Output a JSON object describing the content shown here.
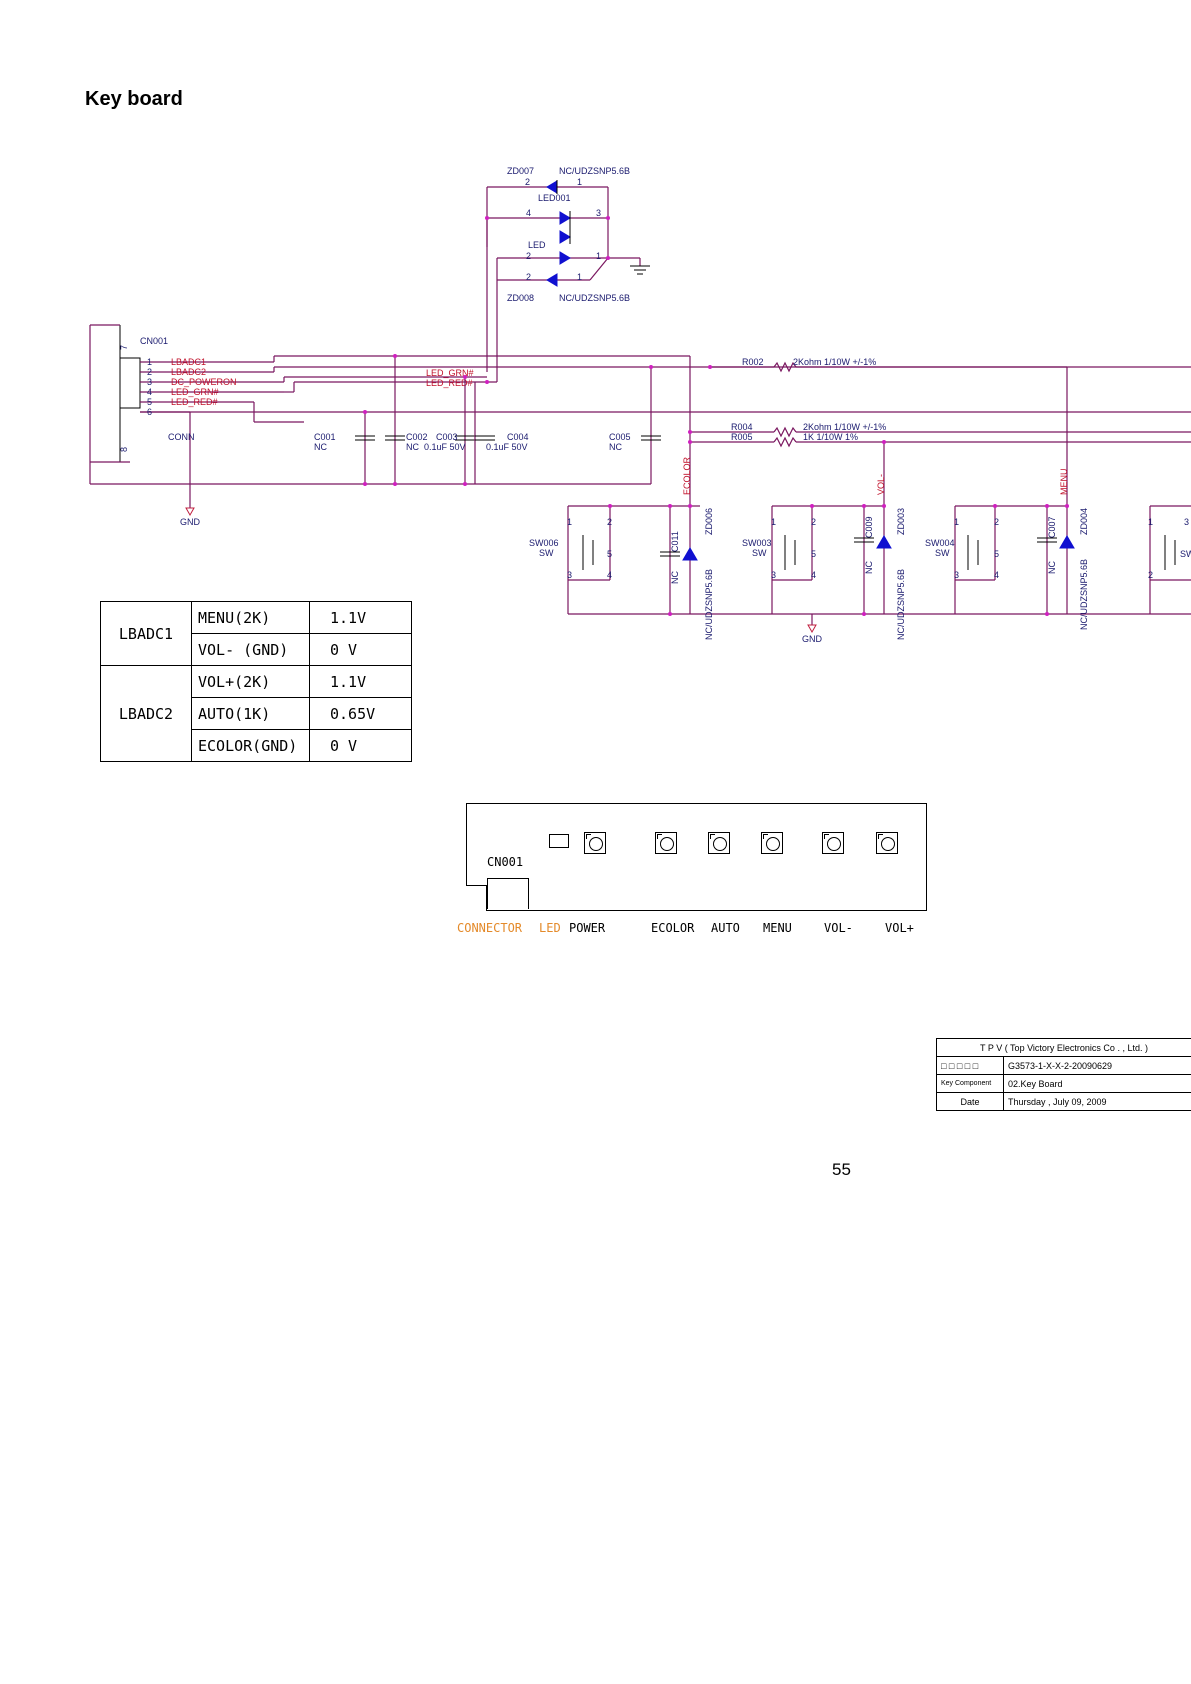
{
  "title": "Key board",
  "schematic": {
    "connector": {
      "ref": "CN001",
      "type": "CONN",
      "pins": [
        "1",
        "2",
        "3",
        "4",
        "5",
        "6",
        "7",
        "8"
      ]
    },
    "signals": [
      "LBADC1",
      "LBADC2",
      "DC_POWERON",
      "LED_GRN#",
      "LED_RED#"
    ],
    "led_nets": [
      "LED_GRN#",
      "LED_RED#"
    ],
    "gnd": "GND",
    "zd007": {
      "ref": "ZD007",
      "part": "NC/UDZSNP5.6B",
      "p2": "2",
      "p1": "1"
    },
    "led001": {
      "ref": "LED001",
      "type": "LED",
      "p4": "4",
      "p3": "3",
      "p2": "2",
      "p1": "1"
    },
    "zd008": {
      "ref": "ZD008",
      "part": "NC/UDZSNP5.6B",
      "p2": "2",
      "p1": "1"
    },
    "caps": [
      {
        "ref": "C001",
        "val": "NC"
      },
      {
        "ref": "C002",
        "val": "NC"
      },
      {
        "ref": "C003",
        "val": "0.1uF 50V"
      },
      {
        "ref": "C004",
        "val": "0.1uF 50V"
      },
      {
        "ref": "C005",
        "val": "NC"
      }
    ],
    "resistors": [
      {
        "ref": "R002",
        "val": "2Kohm 1/10W +/-1%"
      },
      {
        "ref": "R004",
        "val": "2Kohm 1/10W +/-1%"
      },
      {
        "ref": "R005",
        "val": "1K 1/10W 1%"
      }
    ],
    "switches": [
      {
        "ref": "SW006",
        "type": "SW",
        "net": "ECOLOR",
        "cap": "C011",
        "cap_val": "NC",
        "zd": "ZD006",
        "zd_part": "NC/UDZSNP5.6B"
      },
      {
        "ref": "SW003",
        "type": "SW",
        "net": "VOL-",
        "cap": "C009",
        "cap_val": "NC",
        "zd": "ZD003",
        "zd_part": "NC/UDZSNP5.6B"
      },
      {
        "ref": "SW004",
        "type": "SW",
        "net": "MENU",
        "cap": "C007",
        "cap_val": "NC",
        "zd": "ZD004",
        "zd_part": "NC/UDZSNP5.6B"
      }
    ],
    "sw_partial": "SW",
    "sw_pins": {
      "p1": "1",
      "p2": "2",
      "p3": "3",
      "p4": "4",
      "p5": "5"
    }
  },
  "voltage_table": {
    "groups": [
      {
        "name": "LBADC1",
        "rows": [
          {
            "fn": "MENU(2K)",
            "val": "1.1V"
          },
          {
            "fn": "VOL- (GND)",
            "val": "0 V"
          }
        ]
      },
      {
        "name": "LBADC2",
        "rows": [
          {
            "fn": "VOL+(2K)",
            "val": "1.1V"
          },
          {
            "fn": "AUTO(1K)",
            "val": "0.65V"
          },
          {
            "fn": "ECOLOR(GND)",
            "val": "0 V"
          }
        ]
      }
    ]
  },
  "board": {
    "connector_label": "CN001",
    "labels": [
      {
        "text": "CONNECTOR",
        "color": "orange"
      },
      {
        "text": "LED",
        "color": "orange"
      },
      {
        "text": "POWER",
        "color": "black"
      },
      {
        "text": "ECOLOR",
        "color": "black"
      },
      {
        "text": "AUTO",
        "color": "black"
      },
      {
        "text": "MENU",
        "color": "black"
      },
      {
        "text": "VOL-",
        "color": "black"
      },
      {
        "text": "VOL+",
        "color": "black"
      }
    ]
  },
  "title_block": {
    "company": "T P V  ( Top    Victory     Electronics     Co . ,   Ltd. )",
    "doc_label": "□ □ □ □ □",
    "doc_no": "G3573-1-X-X-2-20090629",
    "key_component_label": "Key Component",
    "key_component": "02.Key  Board",
    "date_label": "Date",
    "date": "Thursday , July  09, 2009"
  },
  "page_number": "55"
}
